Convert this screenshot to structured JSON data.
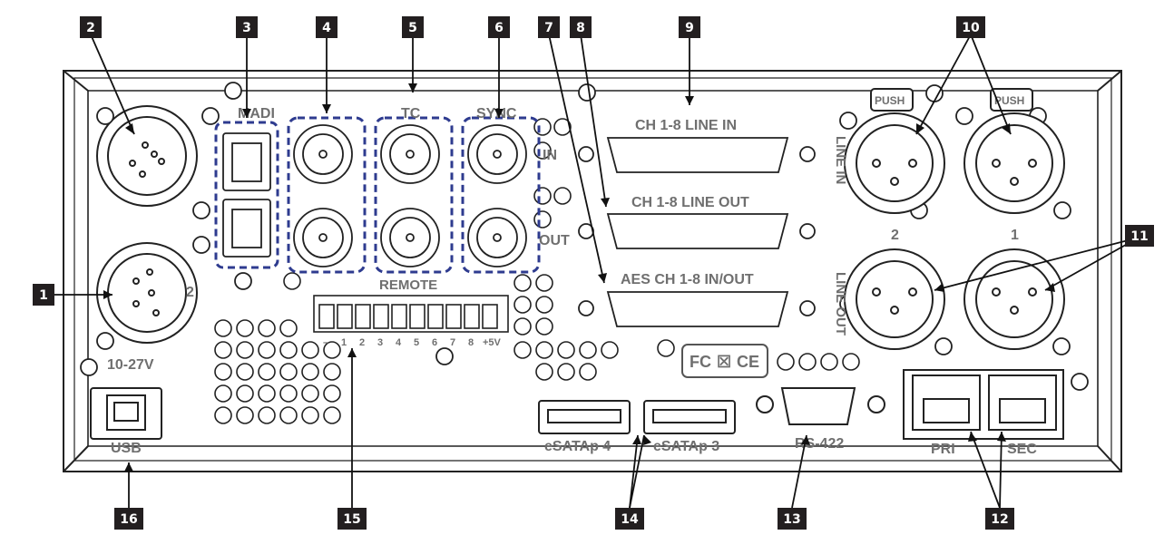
{
  "callouts": [
    {
      "n": "1"
    },
    {
      "n": "2"
    },
    {
      "n": "3"
    },
    {
      "n": "4"
    },
    {
      "n": "5"
    },
    {
      "n": "6"
    },
    {
      "n": "7"
    },
    {
      "n": "8"
    },
    {
      "n": "9"
    },
    {
      "n": "10"
    },
    {
      "n": "11"
    },
    {
      "n": "12"
    },
    {
      "n": "13"
    },
    {
      "n": "14"
    },
    {
      "n": "15"
    },
    {
      "n": "16"
    }
  ],
  "labels": {
    "madi": "MADI",
    "tc": "TC",
    "sync": "SYNC",
    "sync_in": "IN",
    "sync_out": "OUT",
    "remote": "REMOTE",
    "remote_pins": [
      "–",
      "1",
      "2",
      "3",
      "4",
      "5",
      "6",
      "7",
      "8",
      "+5V"
    ],
    "ch_line_in": "CH 1-8 LINE IN",
    "ch_line_out": "CH 1-8 LINE OUT",
    "aes": "AES CH 1-8 IN/OUT",
    "push": "PUSH",
    "line_in": "LINE IN",
    "line_out": "LINE OUT",
    "xlr_2": "2",
    "xlr_1": "1",
    "power_xlr_2": "2",
    "power": "10-27V",
    "usb": "USB",
    "esata4": "eSATAp 4",
    "esata3": "eSATAp 3",
    "rs422": "RS-422",
    "pri": "PRI",
    "sec": "SEC"
  },
  "colors": {
    "callout_bg": "#231f20",
    "dash_box": "#2e3b8f",
    "panel_line": "#222222",
    "label_grey": "#6f6f6f"
  }
}
